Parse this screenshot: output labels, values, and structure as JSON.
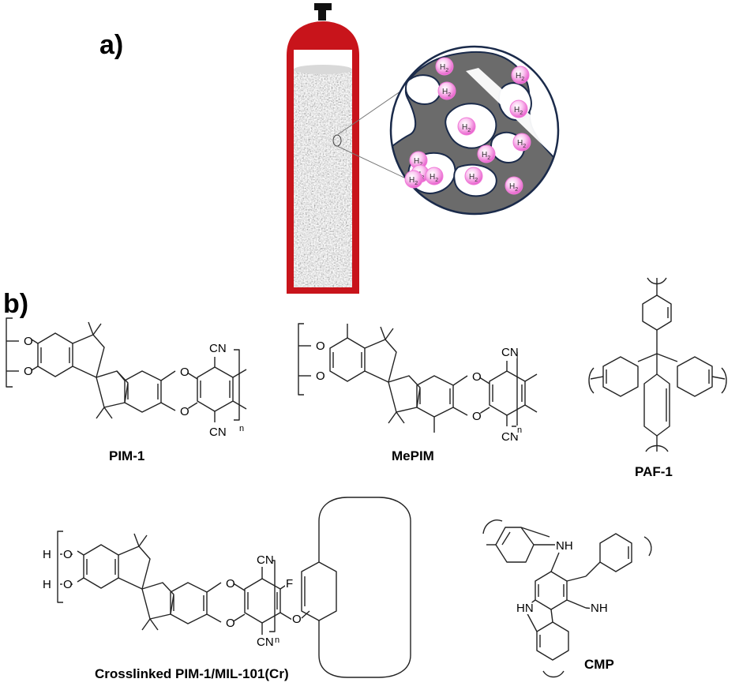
{
  "panels": {
    "a": {
      "label": "a)"
    },
    "b": {
      "label": "b)"
    }
  },
  "molecule_text": {
    "o": "O",
    "cn": "CN",
    "n": "n",
    "f": "F",
    "h": "H",
    "nh": "NH",
    "hn": "HN",
    "h2_main": "H",
    "h2_sub": "2"
  },
  "structures": {
    "pim1": "PIM-1",
    "mepim": "MePIM",
    "paf1": "PAF-1",
    "crosslinked": "Crosslinked PIM-1/MIL-101(Cr)",
    "cmp": "CMP"
  },
  "colors": {
    "cylinder_red": "#c8141b",
    "pore_solid": "#6b6b6b",
    "h2_pink": "#f07ad8"
  }
}
